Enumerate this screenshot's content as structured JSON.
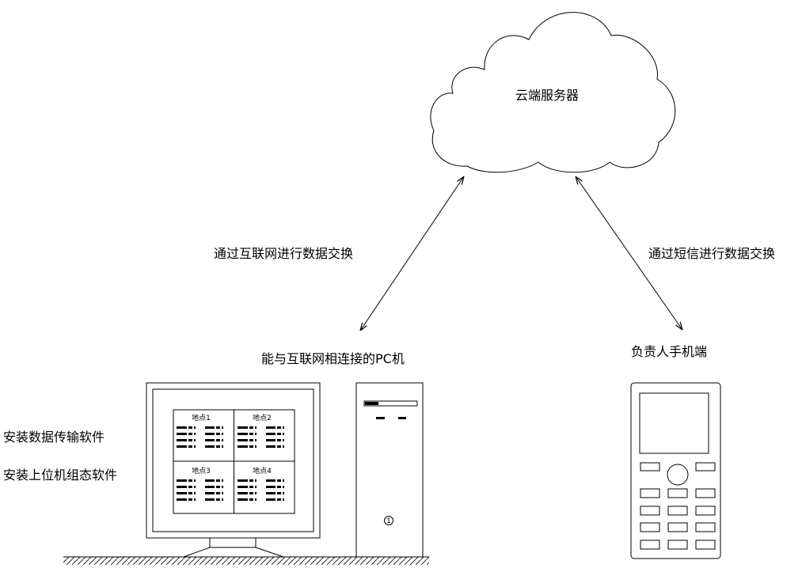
{
  "labels": {
    "cloud": "云端服务器",
    "internet_link": "通过互联网进行数据交换",
    "sms_link": "通过短信进行数据交换",
    "pc": "能与互联网相连接的PC机",
    "phone": "负责人手机端",
    "software_transfer": "安装数据传输软件",
    "software_scada": "安装上位机组态软件"
  },
  "monitor": {
    "sites": [
      "地点1",
      "地点2",
      "地点3",
      "地点4"
    ]
  },
  "tower": {
    "badge": "1"
  }
}
